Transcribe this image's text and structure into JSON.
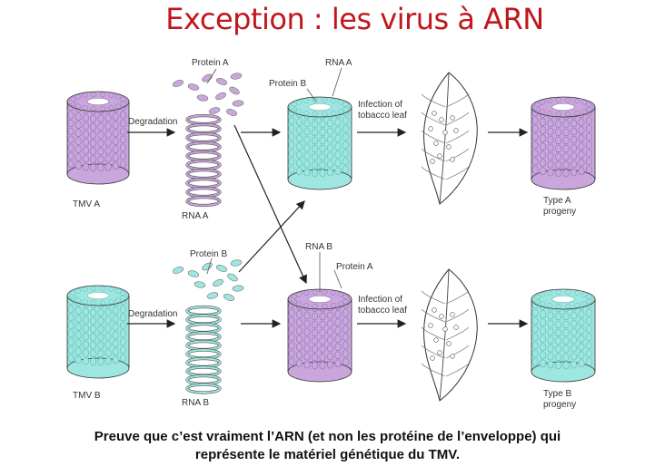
{
  "title": "Exception : les virus à ARN",
  "labels": {
    "tmv_a": "TMV A",
    "tmv_b": "TMV B",
    "degradation": "Degradation",
    "protein_a": "Protein A",
    "protein_b": "Protein B",
    "rna_a": "RNA A",
    "rna_b": "RNA B",
    "infection_line1": "Infection of",
    "infection_line2": "tobacco leaf",
    "type_a_line1": "Type A",
    "type_b_line1": "Type B",
    "progeny": "progeny"
  },
  "caption": {
    "line1": "Preuve que c’est vraiment l’ARN (et non les protéine de l’enveloppe) qui",
    "line2": "représente le matériel génétique du TMV."
  },
  "colors": {
    "title": "#c0161c",
    "protein_a": "#c9a6db",
    "protein_b": "#9ee6e0",
    "virus_a_dark": "#8f6fb0",
    "virus_b_dark": "#5fb8b6"
  }
}
